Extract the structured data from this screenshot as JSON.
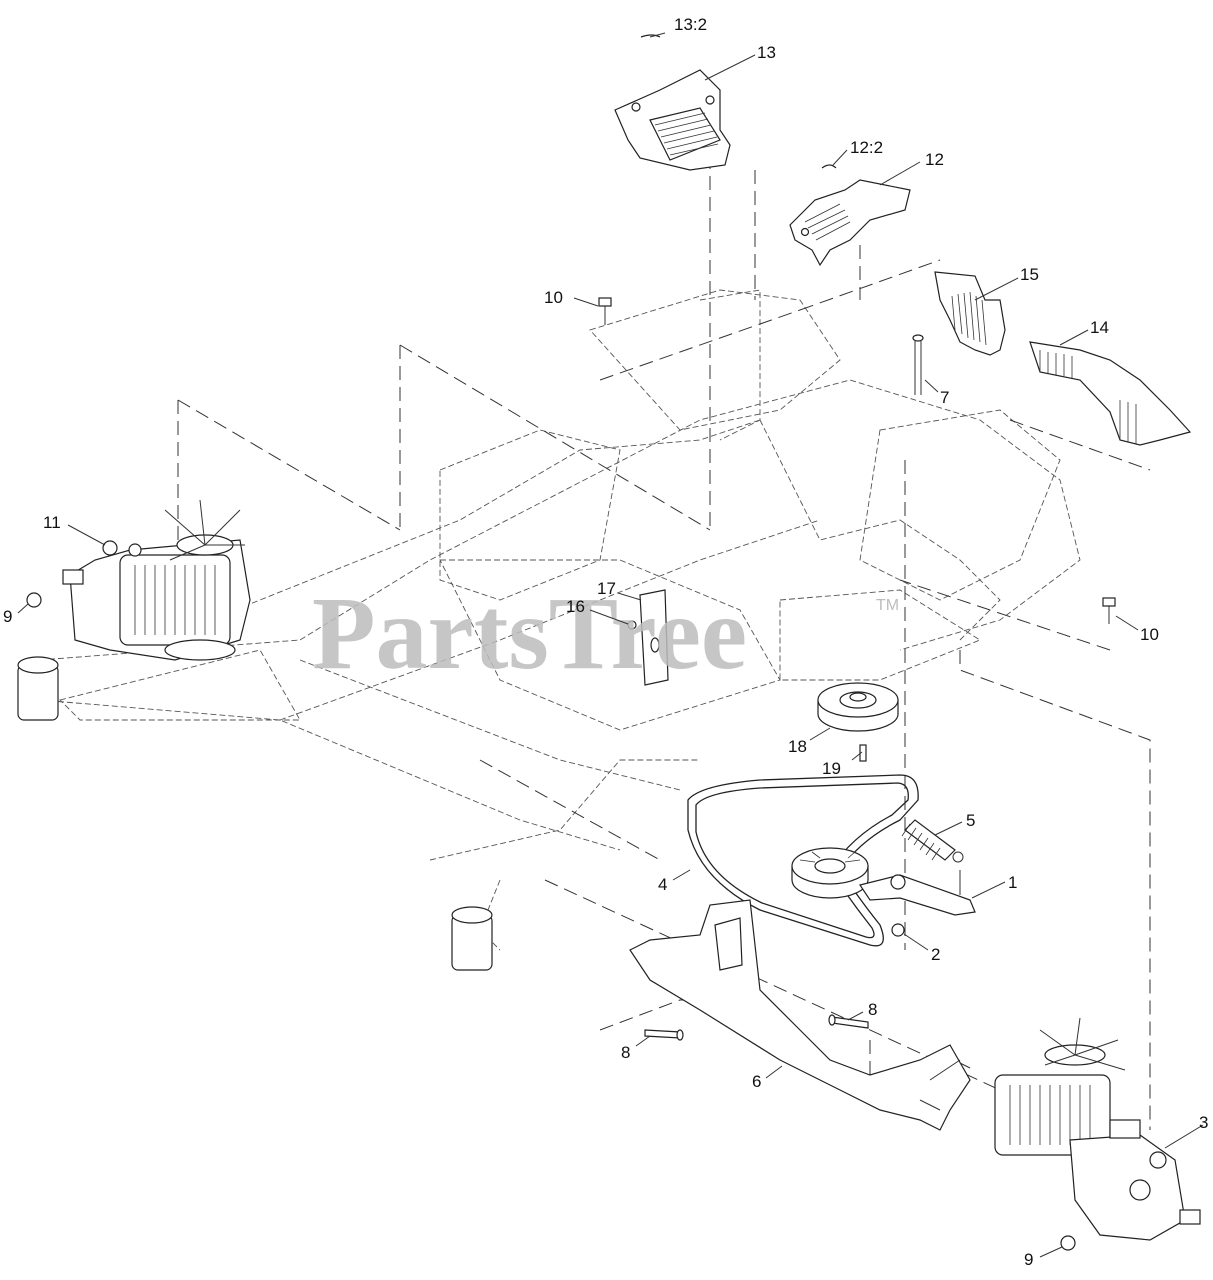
{
  "watermark": {
    "text": "PartsTree",
    "tm": "TM"
  },
  "callouts": {
    "c1": "1",
    "c2": "2",
    "c3": "3",
    "c4": "4",
    "c5": "5",
    "c6": "6",
    "c7": "7",
    "c8a": "8",
    "c8b": "8",
    "c9a": "9",
    "c9b": "9",
    "c10a": "10",
    "c10b": "10",
    "c11": "11",
    "c12": "12",
    "c12b": "12:2",
    "c13": "13",
    "c13b": "13:2",
    "c14": "14",
    "c15": "15",
    "c16": "16",
    "c17": "17",
    "c18": "18",
    "c19": "19"
  }
}
